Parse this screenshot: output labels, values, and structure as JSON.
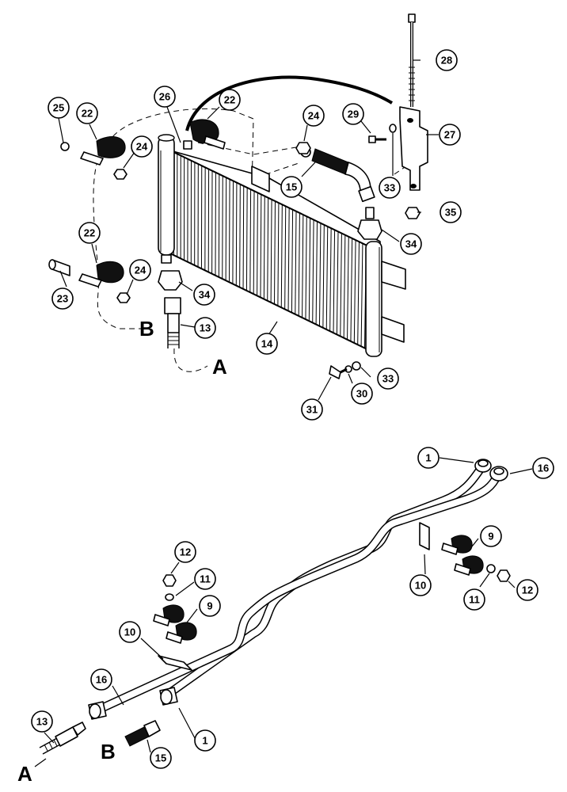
{
  "diagram": {
    "type": "exploded parts diagram",
    "subject": "cooler assembly with connecting tubes and mounting hardware",
    "connection_letters": [
      "A",
      "B"
    ],
    "callouts": [
      "1",
      "9",
      "10",
      "11",
      "12",
      "13",
      "14",
      "15",
      "16",
      "22",
      "23",
      "24",
      "25",
      "26",
      "27",
      "28",
      "29",
      "30",
      "31",
      "33",
      "34",
      "35"
    ]
  }
}
